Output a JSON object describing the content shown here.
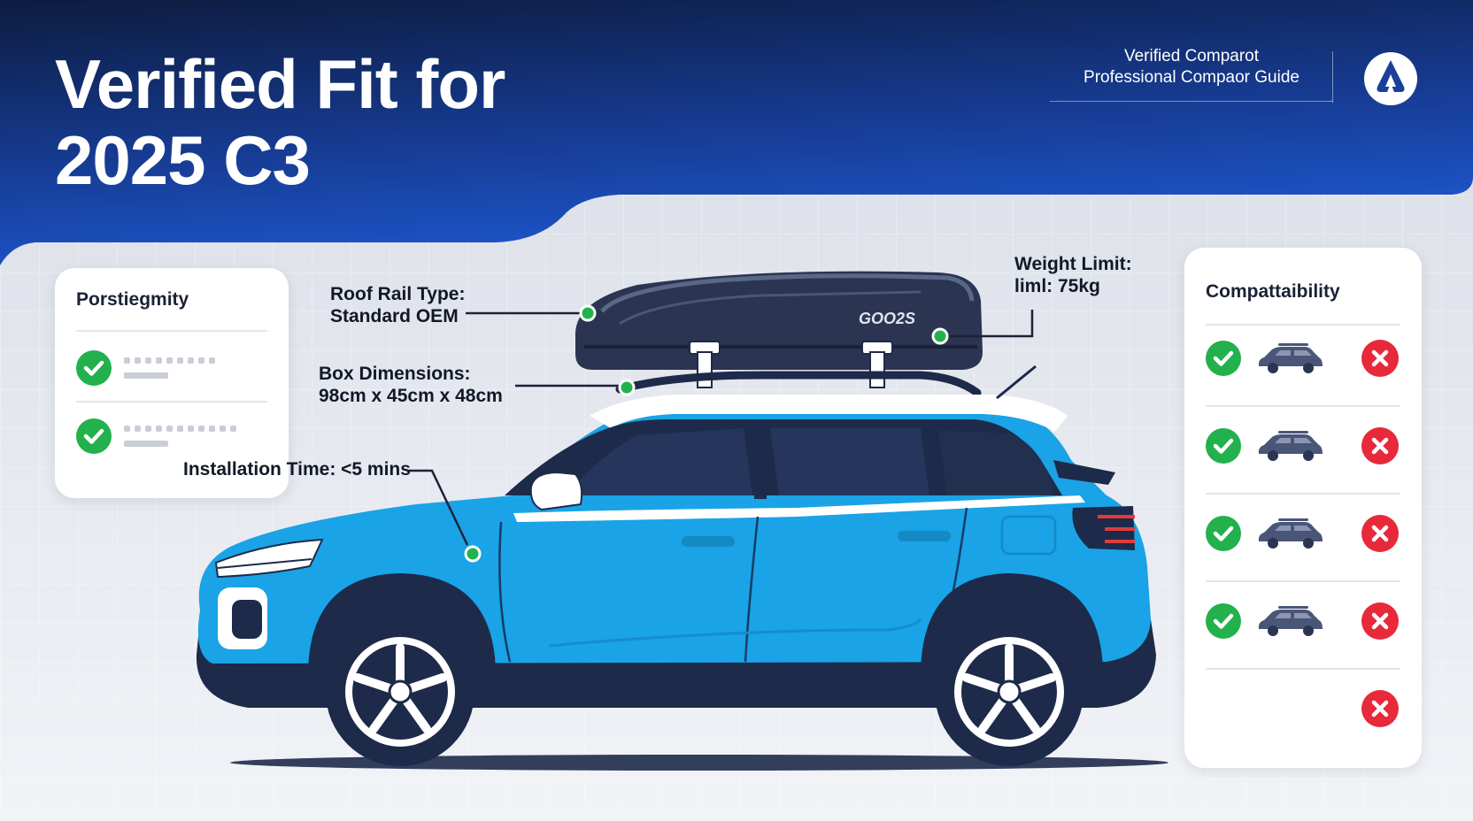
{
  "hero": {
    "title_line1": "Verified Fit for",
    "title_line2": "2025 C3"
  },
  "badge": {
    "line1": "Verified Comparot",
    "line2": "Professional Compaor Guide"
  },
  "left_card": {
    "title": "Porstiegmity",
    "items": [
      {
        "status": "check-icon"
      },
      {
        "status": "check-icon"
      }
    ]
  },
  "right_card": {
    "title": "Compattaibility",
    "rows": [
      {
        "check": true,
        "car": true,
        "cross": true
      },
      {
        "check": true,
        "car": true,
        "cross": true
      },
      {
        "check": true,
        "car": true,
        "cross": true
      },
      {
        "check": true,
        "car": true,
        "cross": true
      },
      {
        "check": false,
        "car": false,
        "cross": true
      }
    ]
  },
  "callouts": {
    "roof_rail_label": "Roof Rail Type:",
    "roof_rail_value": "Standard OEM",
    "box_dim_label": "Box Dimensions:",
    "box_dim_value": "98cm x 45cm x 48cm",
    "install_time": "Installation Time: <5 mins",
    "weight_label": "Weight Limit:",
    "weight_value": "liml: 75kg"
  },
  "roof_box": {
    "brand_text": "GOO2S"
  },
  "colors": {
    "header_dark": "#0f1f45",
    "header_blue": "#1b4fc2",
    "car_blue": "#1aa3e6",
    "car_dark": "#1d2a4a",
    "check_green": "#22b14c",
    "cross_red": "#e8293a"
  }
}
